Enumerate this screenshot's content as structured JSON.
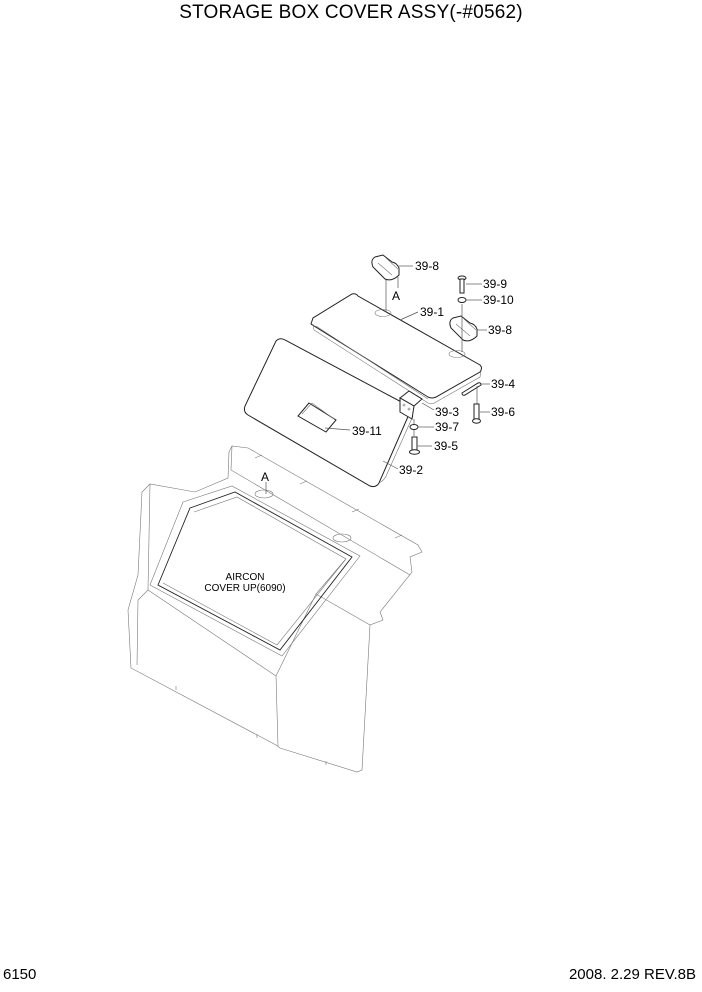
{
  "header": {
    "title": "STORAGE BOX COVER ASSY(-#0562)"
  },
  "footer": {
    "page_number": "6150",
    "revision": "2008. 2.29 REV.8B"
  },
  "diagram": {
    "reference_marks": [
      "A",
      "A"
    ],
    "note": {
      "line1": "AIRCON",
      "line2": "COVER UP(6090)"
    },
    "part_labels": [
      {
        "id": "39-8",
        "text": "39-8"
      },
      {
        "id": "39-9",
        "text": "39-9"
      },
      {
        "id": "39-10",
        "text": "39-10"
      },
      {
        "id": "39-1",
        "text": "39-1"
      },
      {
        "id": "39-8b",
        "text": "39-8"
      },
      {
        "id": "39-4",
        "text": "39-4"
      },
      {
        "id": "39-3",
        "text": "39-3"
      },
      {
        "id": "39-6",
        "text": "39-6"
      },
      {
        "id": "39-7",
        "text": "39-7"
      },
      {
        "id": "39-11",
        "text": "39-11"
      },
      {
        "id": "39-5",
        "text": "39-5"
      },
      {
        "id": "39-2",
        "text": "39-2"
      }
    ]
  }
}
